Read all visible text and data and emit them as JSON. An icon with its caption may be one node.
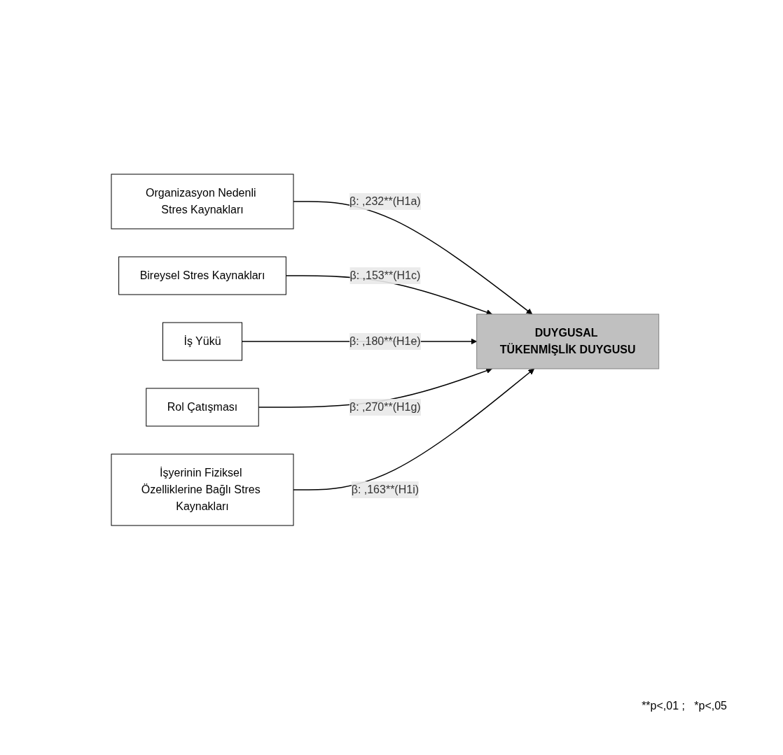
{
  "diagram": {
    "nodes": [
      {
        "text": [
          "Organizasyon Nedenli Stres Kaynakları"
        ]
      },
      {
        "text": [
          "Bireysel Stres Kaynakları"
        ]
      },
      {
        "text": [
          "İş Yükü"
        ]
      },
      {
        "text": [
          "Rol Çatışması"
        ]
      },
      {
        "text": [
          "İşyerinin Fiziksel Özelliklerine Bağlı Stres Kaynakları"
        ]
      },
      {
        "text": [
          "DUYGUSAL TÜKENMİŞLİK DUYGUSU"
        ]
      }
    ],
    "edges": [
      {
        "from": 0,
        "to": 5,
        "arrow": "to",
        "label": "β: ,232**(H1a)"
      },
      {
        "from": 1,
        "to": 5,
        "arrow": "to",
        "label": "β: ,153**(H1c)"
      },
      {
        "from": 2,
        "to": 5,
        "arrow": "to",
        "label": "β: ,180**(H1e)"
      },
      {
        "from": 3,
        "to": 5,
        "arrow": "to",
        "label": "β: ,270**(H1g)"
      },
      {
        "from": 4,
        "to": 5,
        "arrow": "to",
        "label": "β: ,163**(H1i)"
      }
    ],
    "labels": [
      "**p<,01 ;   *p<,05"
    ]
  }
}
